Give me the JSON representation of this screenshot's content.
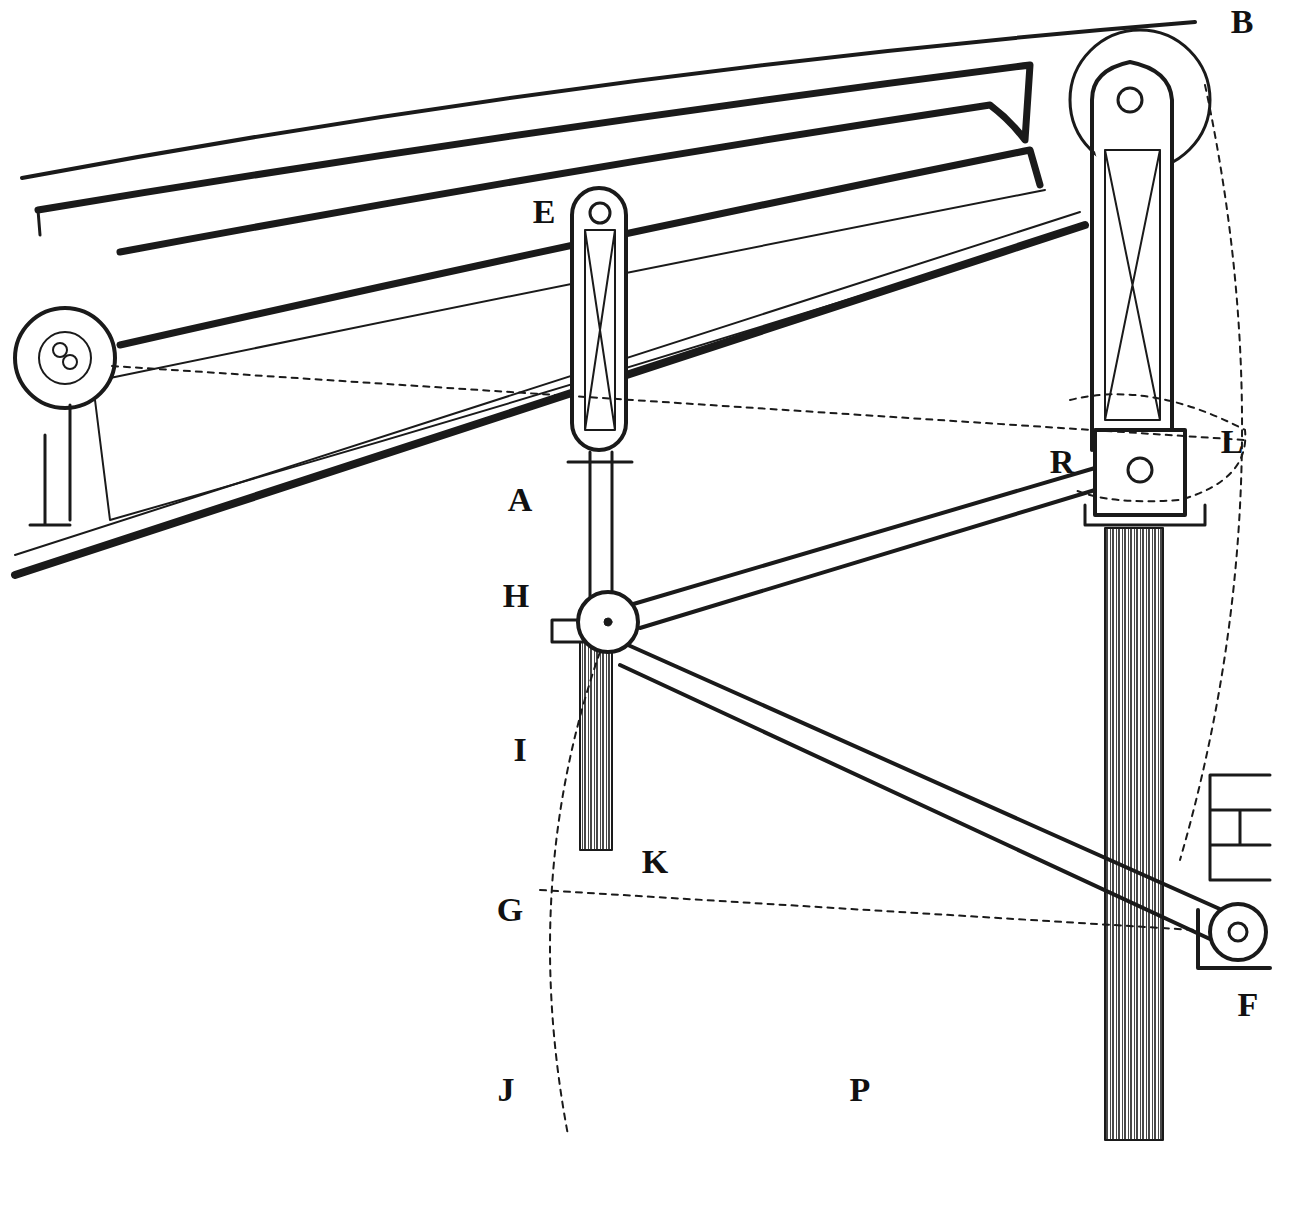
{
  "diagram": {
    "labels": [
      "B",
      "E",
      "A",
      "R",
      "L",
      "H",
      "I",
      "K",
      "G",
      "J",
      "P",
      "F"
    ]
  }
}
